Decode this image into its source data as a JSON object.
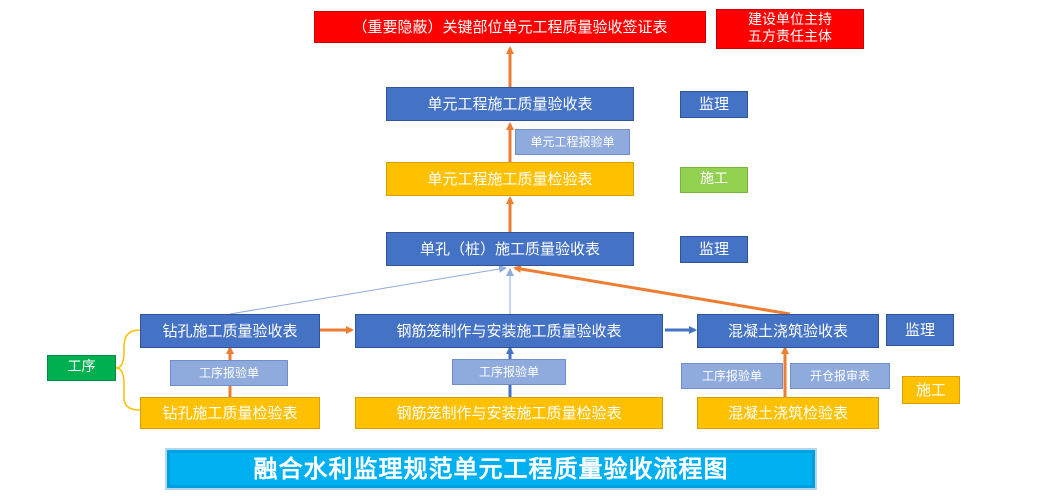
{
  "colors": {
    "blue_box": "#4472c4",
    "orange_box": "#ffc000",
    "light_blue_box": "#8faadc",
    "red_box": "#ff0000",
    "green_box": "#00b050",
    "light_green_box": "#92d050",
    "title_banner": "#00b0f0",
    "arrow_orange": "#ed7d31",
    "arrow_blue": "#4472c4"
  },
  "top": {
    "signoff_form": "（重要隐蔽）关键部位单元工程质量验收签证表",
    "signoff_role_line1": "建设单位主持",
    "signoff_role_line2": "五方责任主体"
  },
  "unit_level": {
    "acceptance_form": "单元工程施工质量验收表",
    "acceptance_role": "监理",
    "report_form": "单元工程报验单",
    "inspection_form": "单元工程施工质量检验表",
    "inspection_role": "施工"
  },
  "pile_level": {
    "acceptance_form": "单孔（桩）施工质量验收表",
    "acceptance_role": "监理"
  },
  "process_level": {
    "drilling_acceptance": "钻孔施工质量验收表",
    "rebar_acceptance": "钢筋笼制作与安装施工质量验收表",
    "concrete_acceptance": "混凝土浇筑验收表",
    "acceptance_role": "监理",
    "drilling_report": "工序报验单",
    "rebar_report": "工序报验单",
    "concrete_report": "工序报验单",
    "pour_request": "开仓报审表",
    "drilling_inspection": "钻孔施工质量检验表",
    "rebar_inspection": "钢筋笼制作与安装施工质量检验表",
    "concrete_inspection": "混凝土浇筑检验表",
    "inspection_role": "施工",
    "process_label": "工序"
  },
  "title": "融合水利监理规范单元工程质量验收流程图"
}
